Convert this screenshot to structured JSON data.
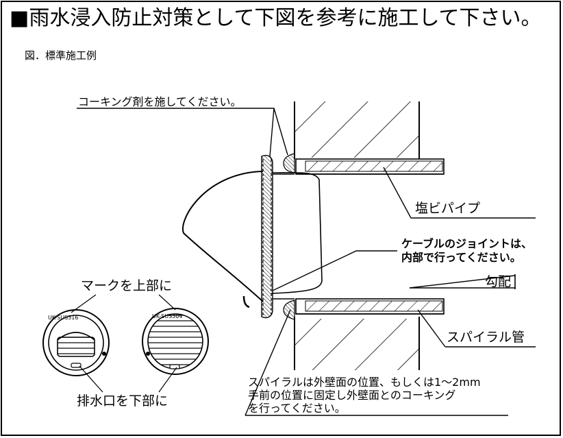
{
  "title": "■雨水浸入防止対策として下図を参考に施工して下さい。",
  "figure_label": "図．標準施工例",
  "callouts": {
    "caulking": "コーキング剤を施してください。",
    "pvc_pipe": "塩ビパイプ",
    "cable_joint_1": "ケーブルのジョイントは、",
    "cable_joint_2": "内部で行ってください。",
    "slope": "勾配",
    "spiral_pipe": "スパイラル管",
    "mark_up": "マークを上部に",
    "drain_down": "排水口を下部に",
    "note_1": "スパイラルは外壁面の位置、もしくは1～2mm",
    "note_2": "手前の位置に固定し外壁面とのコーキング",
    "note_3": "を行ってください。"
  },
  "cap_marks": {
    "left": "UK-SUS316",
    "right": "UK-SUS304"
  }
}
